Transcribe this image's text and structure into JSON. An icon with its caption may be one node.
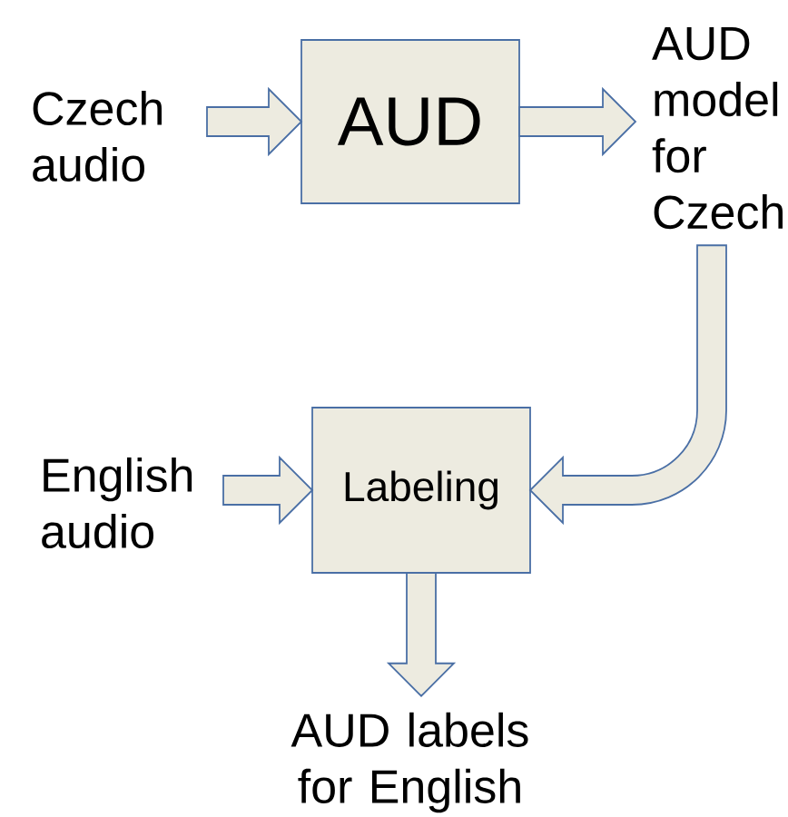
{
  "diagram": {
    "nodes": [
      {
        "text": [
          "Czech audio"
        ]
      },
      {
        "text": [
          "AUD"
        ]
      },
      {
        "text": [
          "AUD model for Czech"
        ]
      },
      {
        "text": [
          "English audio"
        ]
      },
      {
        "text": [
          "Labeling"
        ]
      },
      {
        "text": [
          "AUD labels for English"
        ]
      }
    ],
    "edges": [
      {
        "from": 0,
        "to": 1,
        "arrow": "to"
      },
      {
        "from": 1,
        "to": 2,
        "arrow": "to"
      },
      {
        "from": 2,
        "to": 4,
        "arrow": "to"
      },
      {
        "from": 3,
        "to": 4,
        "arrow": "to"
      },
      {
        "from": 4,
        "to": 5,
        "arrow": "to"
      }
    ]
  }
}
